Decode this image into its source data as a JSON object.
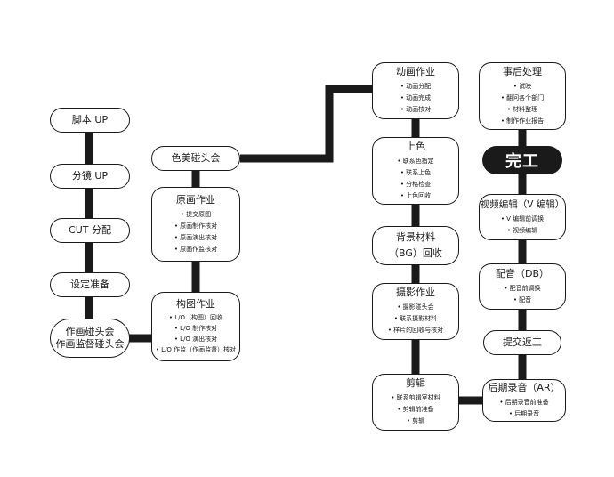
{
  "colors": {
    "line": "#1a1a1a",
    "box_border": "#1a1a1a",
    "background": "#ffffff",
    "done_fill": "#1a1a1a",
    "done_text": "#ffffff"
  },
  "col1": {
    "script_up": "脚本 UP",
    "storyboard_up": "分镜 UP",
    "cut_allocation": "CUT 分配",
    "setting_prep": "设定准备",
    "meeting": {
      "line1": "作画碰头会",
      "line2": "作画监督碰头会"
    }
  },
  "col2": {
    "color_meeting": "色美碰头会",
    "genga": {
      "title": "原画作业",
      "items": [
        "提交原图",
        "原画制作核对",
        "原画演出核对",
        "原画作监核对"
      ]
    },
    "layout": {
      "title": "构图作业",
      "items": [
        "L/O（构图）回收",
        "L/O 制作核对",
        "L/O 演出核对",
        "L/O 作监（作画监督）核对"
      ]
    }
  },
  "col3": {
    "animation": {
      "title": "动画作业",
      "items": [
        "动画分配",
        "动画完成",
        "动画核对"
      ]
    },
    "coloring": {
      "title": "上色",
      "items": [
        "联系色指定",
        "联系上色",
        "分格检查",
        "上色回收"
      ]
    },
    "background": {
      "line1": "背景材料",
      "line2": "（BG）回收"
    },
    "photography": {
      "title": "摄影作业",
      "items": [
        "摄影碰头会",
        "联系摄影材料",
        "样片的回收与核对"
      ]
    },
    "editing": {
      "title": "剪辑",
      "items": [
        "联系剪辑室材料",
        "剪辑前准备",
        "剪辑"
      ]
    }
  },
  "col4": {
    "post": {
      "title": "事后处理",
      "items": [
        "试映",
        "翻问各个部门",
        "材料整理",
        "制作作业报告"
      ]
    },
    "done": "完工",
    "video_edit": {
      "title": "视频编辑（V 编辑）",
      "items": [
        "V 编辑前调换",
        "视频编辑"
      ]
    },
    "dubbing": {
      "title": "配音（DB）",
      "items": [
        "配音前调换",
        "配音"
      ]
    },
    "delivery": "提交返工",
    "post_recording": {
      "title": "后期录音（AR）",
      "items": [
        "后期录音前准备",
        "后期录音"
      ]
    }
  }
}
